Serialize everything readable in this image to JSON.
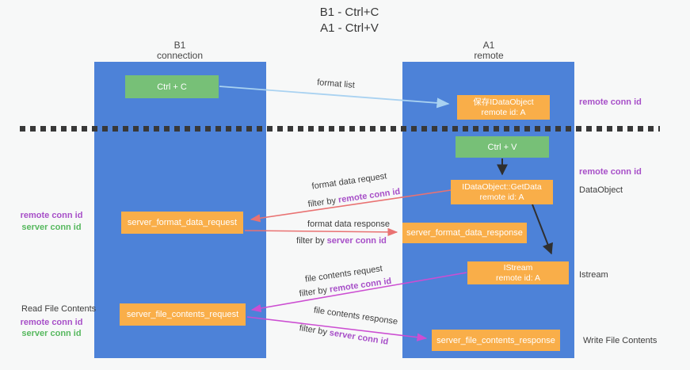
{
  "title": {
    "line1": "B1 - Ctrl+C",
    "line2": "A1 - Ctrl+V"
  },
  "columns": {
    "left": {
      "name": "B1",
      "subtitle": "connection"
    },
    "right": {
      "name": "A1",
      "subtitle": "remote"
    }
  },
  "boxes": {
    "ctrl_c": "Ctrl + C",
    "ctrl_v": "Ctrl + V",
    "save_dataobject": {
      "line1": "保存IDataObject",
      "line2": "remote id: A"
    },
    "getdata": {
      "line1": "IDataObject::GetData",
      "line2": "remote id: A"
    },
    "istream": {
      "line1": "IStream",
      "line2": "remote id: A"
    },
    "server_format_data_request": "server_format_data_request",
    "server_format_data_response": "server_format_data_response",
    "server_file_contents_request": "server_file_contents_request",
    "server_file_contents_response": "server_file_contents_response"
  },
  "flow_labels": {
    "format_list": "format list",
    "format_data_request": "format data request",
    "format_data_response": "format data response",
    "file_contents_request": "file contents request",
    "file_contents_response": "file contents response",
    "filter_by": "filter by",
    "remote_conn_id": "remote conn id",
    "server_conn_id": "server conn id"
  },
  "side_labels": {
    "remote_conn_id": "remote conn id",
    "server_conn_id": "server conn id",
    "read_file_contents": "Read File Contents",
    "write_file_contents": "Write File Contents",
    "dataobject": "DataObject",
    "istream": "Istream"
  },
  "colors": {
    "column_blue": "#4d82d8",
    "box_orange": "#f9ae49",
    "box_green": "#77c077",
    "arrow_light_blue": "#a9d2f1",
    "arrow_red": "#e97272",
    "arrow_magenta": "#cc4ed2",
    "arrow_black": "#2f2f2f",
    "text_purple": "#a74fc8",
    "text_green": "#56b85e"
  }
}
